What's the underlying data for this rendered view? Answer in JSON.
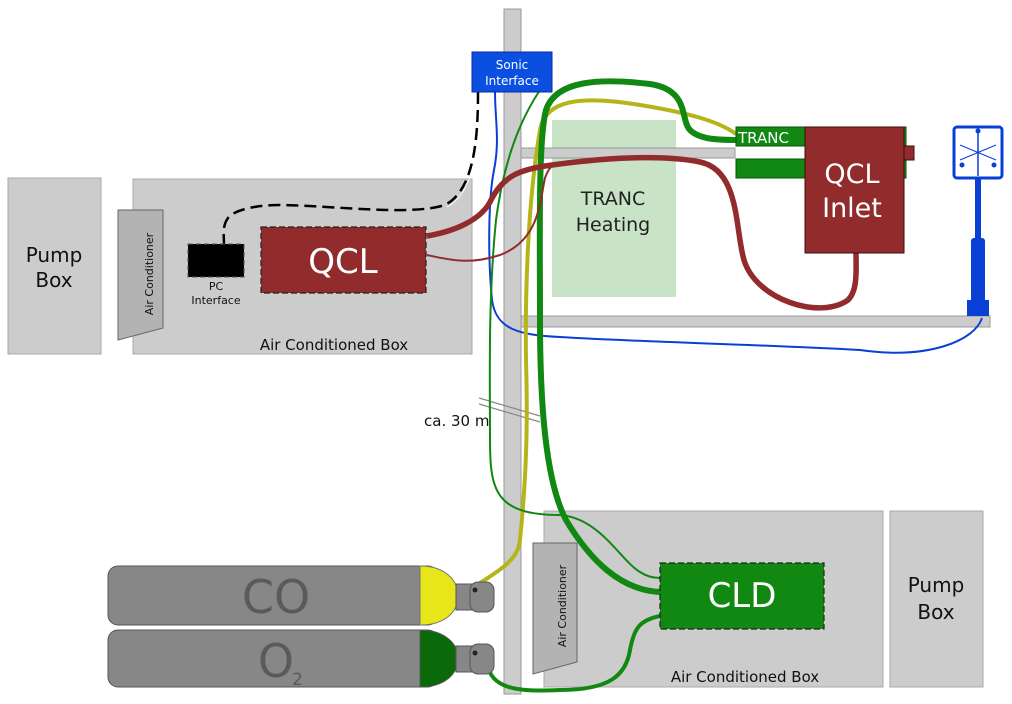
{
  "labels": {
    "pump_box_left_line1": "Pump",
    "pump_box_left_line2": "Box",
    "pump_box_right_line1": "Pump",
    "pump_box_right_line2": "Box",
    "air_conditioner_top": "Air Conditioner",
    "air_conditioner_bottom": "Air Conditioner",
    "pc_interface_line1": "PC",
    "pc_interface_line2": "Interface",
    "qcl": "QCL",
    "air_conditioned_box_top": "Air Conditioned Box",
    "air_conditioned_box_bottom": "Air Conditioned Box",
    "sonic_interface_line1": "Sonic",
    "sonic_interface_line2": "Interface",
    "tranc": "TRANC",
    "tranc_heating_line1": "TRANC",
    "tranc_heating_line2": "Heating",
    "qcl_inlet_line1": "QCL",
    "qcl_inlet_line2": "Inlet",
    "distance": "ca. 30 m",
    "cld": "CLD",
    "co_cylinder": "CO",
    "o2_cylinder": "O",
    "o2_subscript": "2"
  },
  "colors": {
    "box_gray": "#cccccc",
    "box_edge": "#999999",
    "qcl_red": "#922b2b",
    "cld_green": "#118811",
    "dark_green": "#0f7a0f",
    "yellow_line": "#b5b519",
    "blue_line": "#0a3fd6",
    "tranc_heating": "#c8e3c6",
    "cylinder_gray": "#878787",
    "co_cap": "#e6e619",
    "o2_cap": "#0a6a0a"
  }
}
